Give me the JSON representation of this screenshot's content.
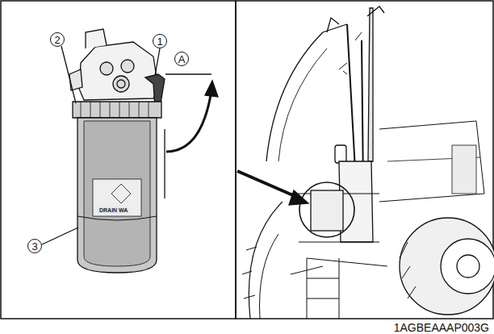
{
  "diagram": {
    "labels": [
      "1",
      "2",
      "3",
      "A",
      "DRAIN WA",
      "1AGBEAAAP003G"
    ]
  }
}
